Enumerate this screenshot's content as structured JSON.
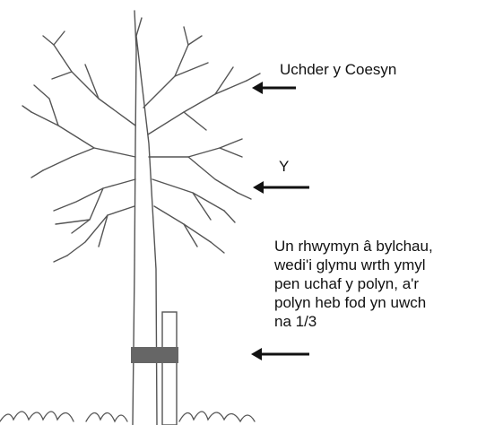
{
  "labels": {
    "trunk_height": "Uchder y Coesyn",
    "y": "Y",
    "tie_note": "Un rhwymyn â bylchau,\nwedi'i glymu wrth ymyl\npen uchaf y polyn, a'r\npolyn heb fod yn  uwch\nna 1/3"
  },
  "colors": {
    "line": "#111111",
    "tree": "#555555",
    "tie": "#666666"
  }
}
